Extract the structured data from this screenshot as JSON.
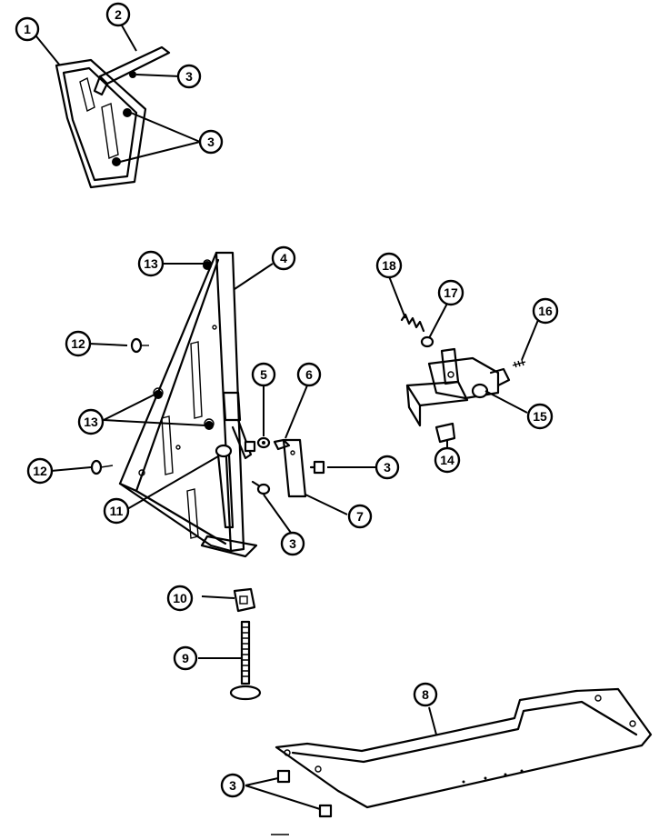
{
  "diagram": {
    "callouts": [
      {
        "id": "c1",
        "label": "1"
      },
      {
        "id": "c2",
        "label": "2"
      },
      {
        "id": "c3a",
        "label": "3"
      },
      {
        "id": "c3b",
        "label": "3"
      },
      {
        "id": "c13a",
        "label": "13"
      },
      {
        "id": "c4",
        "label": "4"
      },
      {
        "id": "c18",
        "label": "18"
      },
      {
        "id": "c17",
        "label": "17"
      },
      {
        "id": "c16",
        "label": "16"
      },
      {
        "id": "c12a",
        "label": "12"
      },
      {
        "id": "c5",
        "label": "5"
      },
      {
        "id": "c6",
        "label": "6"
      },
      {
        "id": "c15",
        "label": "15"
      },
      {
        "id": "c13b",
        "label": "13"
      },
      {
        "id": "c12b",
        "label": "12"
      },
      {
        "id": "c3c",
        "label": "3"
      },
      {
        "id": "c14",
        "label": "14"
      },
      {
        "id": "c11",
        "label": "11"
      },
      {
        "id": "c7",
        "label": "7"
      },
      {
        "id": "c3d",
        "label": "3"
      },
      {
        "id": "c10",
        "label": "10"
      },
      {
        "id": "c9",
        "label": "9"
      },
      {
        "id": "c8",
        "label": "8"
      },
      {
        "id": "c3e",
        "label": "3"
      }
    ]
  }
}
